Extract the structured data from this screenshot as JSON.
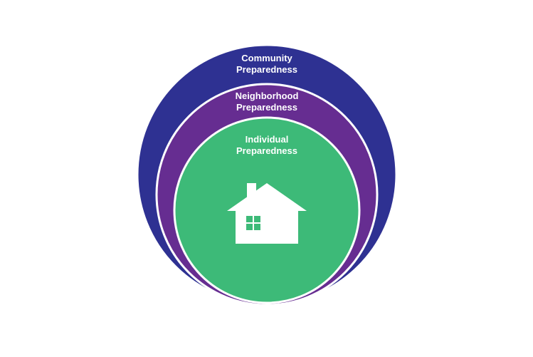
{
  "diagram": {
    "rings": [
      {
        "id": "community",
        "label_lines": [
          "Community",
          "Preparedness"
        ],
        "color": "#2e3192"
      },
      {
        "id": "neighborhood",
        "label_lines": [
          "Neighborhood",
          "Preparedness"
        ],
        "color": "#662d91"
      },
      {
        "id": "individual",
        "label_lines": [
          "Individual",
          "Preparedness"
        ],
        "color": "#3dba78"
      }
    ],
    "center_icon": "house-icon",
    "ring_border_color": "#ffffff",
    "icon_color": "#ffffff"
  }
}
